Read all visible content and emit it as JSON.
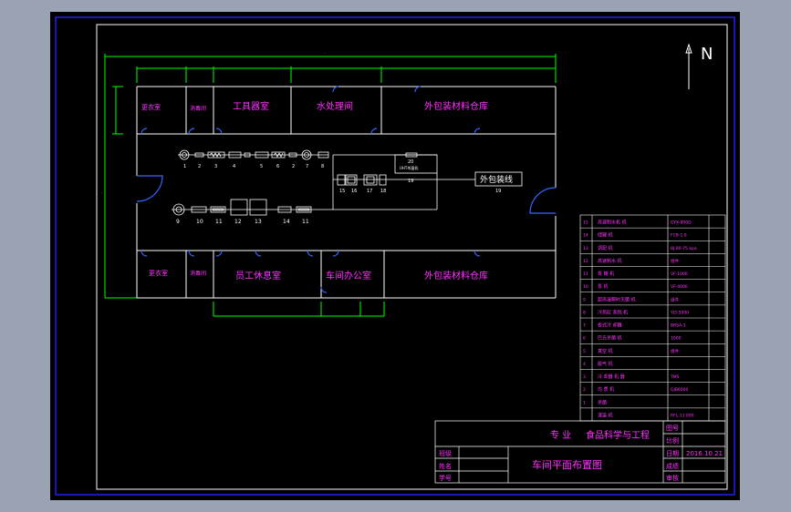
{
  "drawing": {
    "north_label": "N",
    "rooms_top": [
      "更衣室",
      "消毒间",
      "工具器室",
      "水处理间",
      "外包装材料仓库"
    ],
    "rooms_bottom": [
      "更衣室",
      "消毒间",
      "员工休息室",
      "车间办公室",
      "外包装材料仓库"
    ],
    "line1_labels": [
      "1",
      "2",
      "3",
      "4",
      "5",
      "6",
      "2",
      "7",
      "8"
    ],
    "line2_labels": [
      "9",
      "10",
      "11",
      "12",
      "13",
      "14",
      "11"
    ],
    "branch_labels": [
      "15",
      "16",
      "17",
      "18",
      "19",
      "20"
    ],
    "outer_box_label": "外包装线",
    "outer_box_num": "19",
    "tank_label": "UHT杀菌机",
    "right_door_label": ""
  },
  "parts_list": [
    {
      "no": "15",
      "name": "高速制水机 机",
      "spec": "GYX-800Ω"
    },
    {
      "no": "14",
      "name": "储罐 机",
      "spec": "FCB-1.0"
    },
    {
      "no": "13",
      "name": "调配 机",
      "spec": "BJ 80-75 kpa"
    },
    {
      "no": "12",
      "name": "高速制水 机",
      "spec": "组件"
    },
    {
      "no": "11",
      "name": "泵 罐 机",
      "spec": "VF-1000"
    },
    {
      "no": "10",
      "name": "泵 机",
      "spec": "VF-4000"
    },
    {
      "no": "9",
      "name": "超高温瞬时灭菌 机",
      "spec": "组件"
    },
    {
      "no": "8",
      "name": "冷热缸 系统 机",
      "spec": "YLT-5000"
    },
    {
      "no": "7",
      "name": "板式冷 却器",
      "spec": "BRSA-1"
    },
    {
      "no": "6",
      "name": "巴氏杀菌 机",
      "spec": "1000"
    },
    {
      "no": "5",
      "name": "真空 机",
      "spec": "组件"
    },
    {
      "no": "4",
      "name": "脱气 机",
      "spec": ""
    },
    {
      "no": "3",
      "name": "冷 却器 机 器",
      "spec": "TMS"
    },
    {
      "no": "2",
      "name": "均 质 机",
      "spec": "GJB6000"
    },
    {
      "no": "1",
      "name": "杀菌",
      "spec": ""
    },
    {
      "no": "",
      "name": "灌装 机",
      "spec": "RFL-11 000"
    }
  ],
  "title_block": {
    "major_label": "专 业",
    "major_value": "食品科学与工程",
    "drawing_title": "车间平面布置图",
    "left_labels": [
      "班级",
      "姓名",
      "学号"
    ],
    "right_labels": [
      "图号",
      "比例",
      "日期",
      "成绩",
      "审核"
    ],
    "date": "2016.10.21"
  },
  "colors": {
    "background": "#000000",
    "wall": "#ffffff",
    "dimension": "#00ff00",
    "text": "#ff33ff",
    "door": "#3366ff",
    "frame": "#2222ee"
  }
}
